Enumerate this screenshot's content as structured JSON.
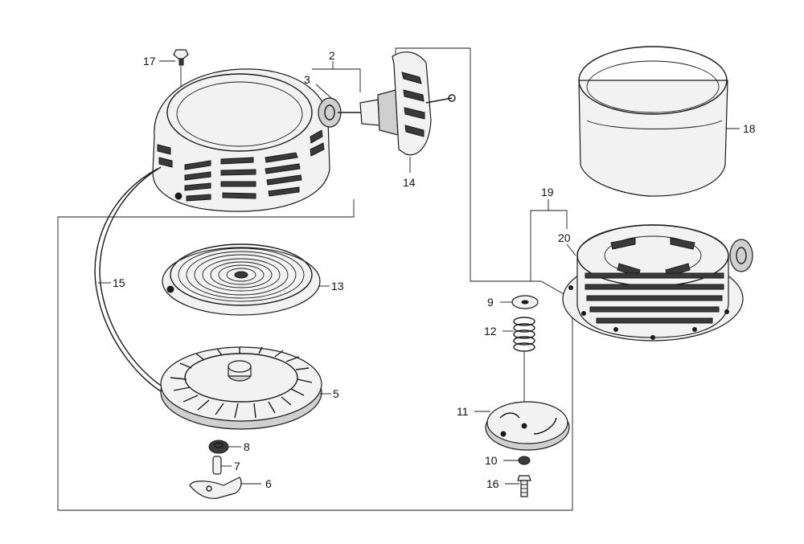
{
  "callouts": [
    {
      "id": "c17",
      "text": "17"
    },
    {
      "id": "c2",
      "text": "2"
    },
    {
      "id": "c3",
      "text": "3"
    },
    {
      "id": "c14",
      "text": "14"
    },
    {
      "id": "c18",
      "text": "18"
    },
    {
      "id": "c19",
      "text": "19"
    },
    {
      "id": "c20",
      "text": "20"
    },
    {
      "id": "c15",
      "text": "15"
    },
    {
      "id": "c13",
      "text": "13"
    },
    {
      "id": "c9",
      "text": "9"
    },
    {
      "id": "c12",
      "text": "12"
    },
    {
      "id": "c5",
      "text": "5"
    },
    {
      "id": "c11",
      "text": "11"
    },
    {
      "id": "c8",
      "text": "8"
    },
    {
      "id": "c7",
      "text": "7"
    },
    {
      "id": "c6",
      "text": "6"
    },
    {
      "id": "c10",
      "text": "10"
    },
    {
      "id": "c16",
      "text": "16"
    }
  ]
}
